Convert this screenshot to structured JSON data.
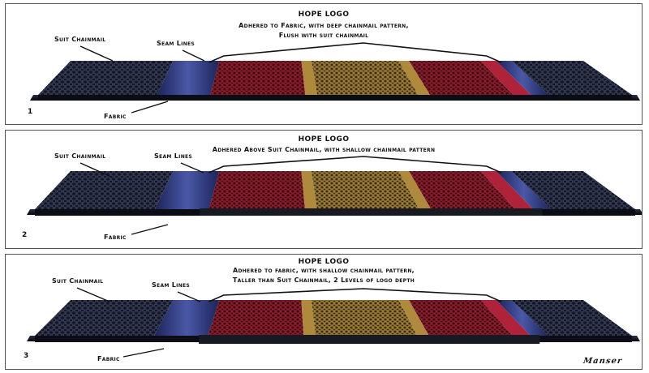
{
  "panels": [
    {
      "number": "1",
      "title": "HOPE LOGO",
      "description_lines": [
        "Adhered to Fabric, with deep chainmail pattern,",
        "Flush with suit chainmail"
      ],
      "labels": {
        "suit_chainmail": "Suit Chainmail",
        "seam_lines": "Seam Lines",
        "fabric": "Fabric"
      }
    },
    {
      "number": "2",
      "title": "HOPE LOGO",
      "description_lines": [
        "Adhered Above Suit Chainmail, with shallow chainmail pattern"
      ],
      "labels": {
        "suit_chainmail": "Suit Chainmail",
        "seam_lines": "Seam Lines",
        "fabric": "Fabric"
      }
    },
    {
      "number": "3",
      "title": "HOPE LOGO",
      "description_lines": [
        "Adhered to fabric, with shallow chainmail pattern,",
        "Taller than Suit Chainmail, 2 Levels of logo depth"
      ],
      "labels": {
        "suit_chainmail": "Suit Chainmail",
        "seam_lines": "Seam Lines",
        "fabric": "Fabric"
      }
    }
  ],
  "signature": "Manser",
  "colors": {
    "chainmail_dark": "#1a1d2a",
    "chainmail_blue": "#3a4470",
    "seam_blue": "#2e3a78",
    "logo_red": "#7a1622",
    "logo_red_bright": "#b0223a",
    "logo_gold": "#8a6a2a",
    "logo_gold_light": "#c9a44f",
    "fabric_base": "#0a0a12"
  }
}
